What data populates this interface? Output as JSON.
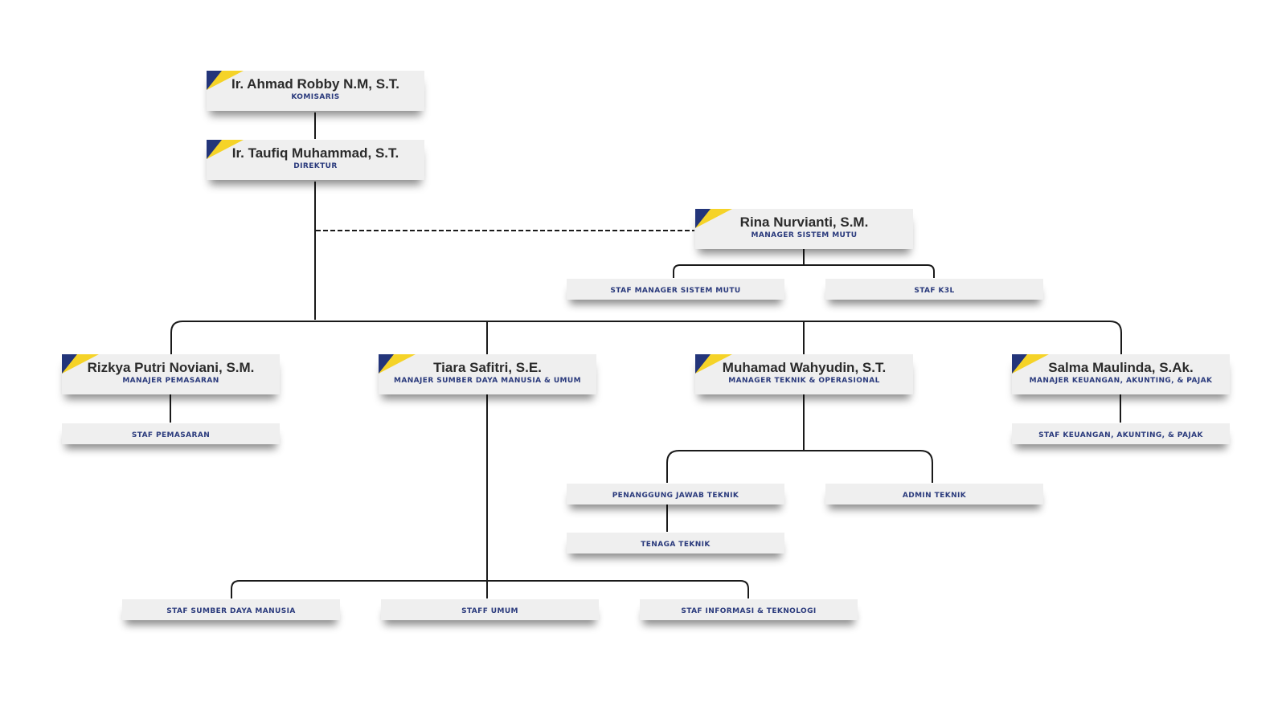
{
  "colors": {
    "card_bg": "#efefef",
    "name_text": "#2b2b2b",
    "role_text": "#2a3a7c",
    "accent_navy": "#23357a",
    "accent_yellow": "#f5d328",
    "line": "#1a1a1a"
  },
  "icons": {
    "card_corner": "navy-yellow-corner-ribbon-icon"
  },
  "org": {
    "komisaris": {
      "name": "Ir. Ahmad Robby N.M, S.T.",
      "role": "KOMISARIS"
    },
    "direktur": {
      "name": "Ir. Taufiq Muhammad, S.T.",
      "role": "DIREKTUR"
    },
    "sistem_mutu": {
      "name": "Rina Nurvianti, S.M.",
      "role": "MANAGER SISTEM MUTU",
      "staff": [
        "STAF MANAGER SISTEM MUTU",
        "STAF K3L"
      ]
    },
    "pemasaran": {
      "name": "Rizkya Putri Noviani, S.M.",
      "role": "MANAJER PEMASARAN",
      "staff": [
        "STAF PEMASARAN"
      ]
    },
    "sdm_umum": {
      "name": "Tiara Safitri, S.E.",
      "role": "MANAJER SUMBER DAYA MANUSIA & UMUM",
      "staff": [
        "STAF SUMBER DAYA MANUSIA",
        "STAFF UMUM",
        "STAF INFORMASI & TEKNOLOGI"
      ]
    },
    "teknik": {
      "name": "Muhamad Wahyudin, S.T.",
      "role": "MANAGER TEKNIK & OPERASIONAL",
      "staff": [
        "PENANGGUNG JAWAB TEKNIK",
        "ADMIN TEKNIK",
        "TENAGA TEKNIK"
      ]
    },
    "keuangan": {
      "name": "Salma Maulinda, S.Ak.",
      "role": "MANAJER KEUANGAN, AKUNTING, & PAJAK",
      "staff": [
        "STAF KEUANGAN, AKUNTING, & PAJAK"
      ]
    }
  }
}
